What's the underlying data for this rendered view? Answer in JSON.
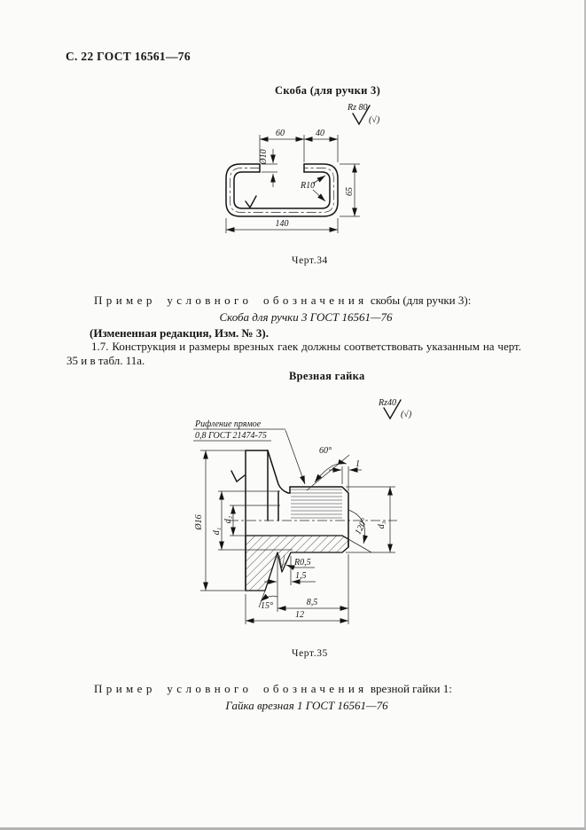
{
  "page": {
    "header": "С. 22 ГОСТ 16561—76"
  },
  "figure34": {
    "title": "Скоба (для ручки 3)",
    "caption": "Черт.34",
    "roughness_label": "Rz 80",
    "roughness_paren": "(√)",
    "dims": {
      "gap": "60",
      "arm": "40",
      "rod_dia": "Ø10",
      "radius": "R10",
      "height": "65",
      "width": "140"
    }
  },
  "text": {
    "example1_spaced": "Пример условного обозначения",
    "example1_rest": "скобы (для ручки 3):",
    "designation1": "Скоба для ручки 3 ГОСТ 16561—76",
    "amendment": "(Измененная редакция, Изм. № 3).",
    "clause17": "1.7. Конструкция и размеры врезных гаек должны соответствовать указанным на черт. 35 и в табл. 11а.",
    "example2_spaced": "Пример условного обозначения",
    "example2_rest": "врезной гайки 1:",
    "designation2": "Гайка врезная 1 ГОСТ 16561—76"
  },
  "figure35": {
    "title": "Врезная гайка",
    "caption": "Черт.35",
    "roughness_label": "Rz40",
    "roughness_paren": "(√)",
    "knurl_note_line1": "Рифление прямое",
    "knurl_note_line2": "0,8 ГОСТ 21474-75",
    "dims": {
      "angle_chamfer": "60°",
      "chamfer_width": "1",
      "dia_flange": "Ø16",
      "d1": "d₁",
      "d2": "d₂",
      "d3": "d₃",
      "angle_countersink": "120°",
      "radius": "R0,5",
      "len_relief": "1,5",
      "len_thread": "8,5",
      "len_total": "12",
      "angle_taper": "15°"
    }
  }
}
